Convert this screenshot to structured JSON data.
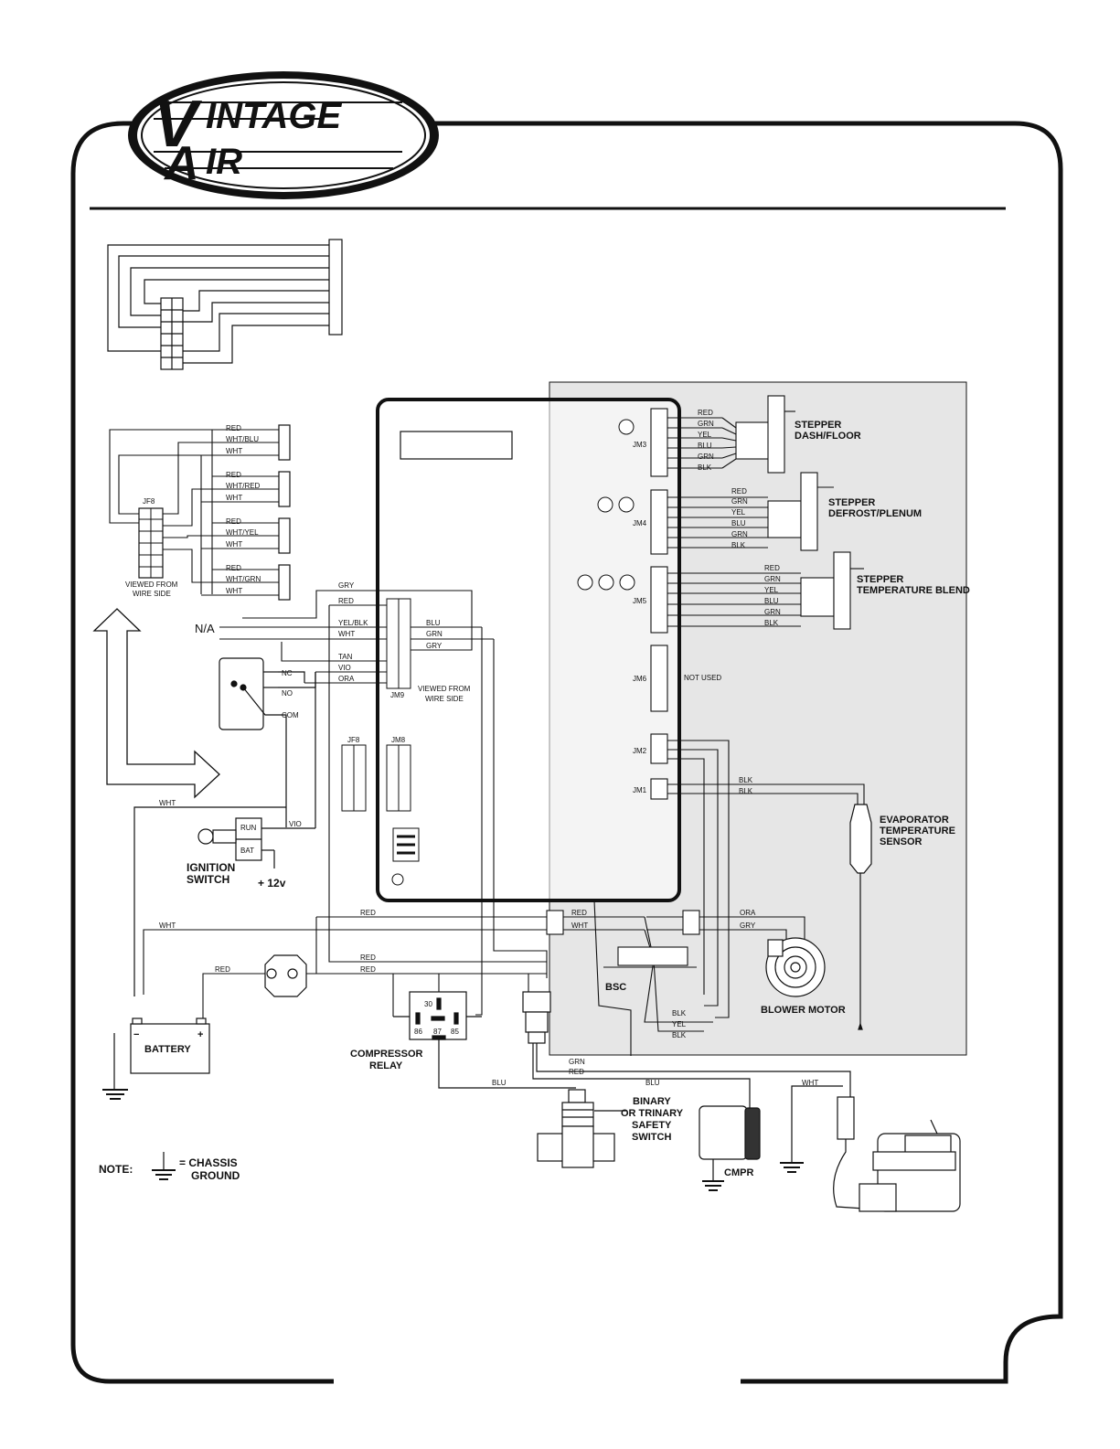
{
  "brand": {
    "line1": "INTAGE",
    "line2": "IR",
    "initial": "V",
    "initial2": "A"
  },
  "connectors": {
    "jf8": "JF8",
    "jm9": "JM9",
    "jf8_body": "JF8",
    "jm8": "JM8",
    "jm3": "JM3",
    "jm4": "JM4",
    "jm5": "JM5",
    "jm6": "JM6",
    "jm2": "JM2",
    "jm1": "JM1",
    "viewed_from": "VIEWED FROM",
    "wire_side": "WIRE SIDE",
    "not_used": "NOT USED"
  },
  "jf8_wires": [
    [
      "RED",
      "WHT/BLU",
      "WHT"
    ],
    [
      "RED",
      "WHT/RED",
      "WHT"
    ],
    [
      "RED",
      "WHT/YEL",
      "WHT"
    ],
    [
      "RED",
      "WHT/GRN",
      "WHT"
    ]
  ],
  "jm9_left": [
    "GRY",
    "RED",
    "YEL/BLK",
    "WHT",
    "TAN",
    "VIO",
    "ORA"
  ],
  "jm9_right": [
    "BLU",
    "GRN",
    "GRY"
  ],
  "misc": {
    "na": "N/A",
    "nc": "NC",
    "no": "NO",
    "com": "COM",
    "wht_a": "WHT",
    "wht_b": "WHT",
    "vio": "VIO",
    "red_a": "RED",
    "red_b": "RED",
    "red_c": "RED",
    "red_d": "RED",
    "wht_c": "WHT",
    "ora": "ORA",
    "gry": "GRY",
    "grn": "GRN",
    "red_e": "RED",
    "blu_a": "BLU",
    "blu_b": "BLU",
    "wht_d": "WHT",
    "blk_a": "BLK",
    "blk_b": "BLK",
    "bsc_blk1": "BLK",
    "bsc_yel": "YEL",
    "bsc_blk2": "BLK"
  },
  "stepper_wires": [
    "RED",
    "GRN",
    "YEL",
    "BLU",
    "GRN",
    "BLK"
  ],
  "components": {
    "stepper1": [
      "STEPPER",
      "DASH/FLOOR"
    ],
    "stepper2": [
      "STEPPER",
      "DEFROST/PLENUM"
    ],
    "stepper3": [
      "STEPPER",
      "TEMPERATURE BLEND"
    ],
    "evap": [
      "EVAPORATOR",
      "TEMPERATURE",
      "SENSOR"
    ],
    "ignition": [
      "IGNITION",
      "SWITCH"
    ],
    "run": "RUN",
    "bat": "BAT",
    "plus12": "+ 12v",
    "battery": "BATTERY",
    "minus": "−",
    "plus": "+",
    "relay": [
      "COMPRESSOR",
      "RELAY"
    ],
    "relay_pins": [
      "30",
      "86",
      "87",
      "85"
    ],
    "bsc": "BSC",
    "blower": "BLOWER MOTOR",
    "binary": [
      "BINARY",
      "OR TRINARY",
      "SAFETY",
      "SWITCH"
    ],
    "cmpr": "CMPR"
  },
  "note": {
    "label": "NOTE:",
    "eq": "= CHASSIS",
    "ground": "GROUND"
  }
}
